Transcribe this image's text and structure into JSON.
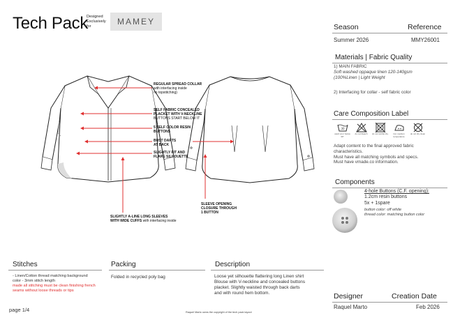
{
  "header": {
    "title": "Tech Pack",
    "designed_line1": "Designed",
    "designed_line2": "Exclusively",
    "designed_line3": "for",
    "brand": "MAMEY"
  },
  "meta": {
    "season_label": "Season",
    "season_value": "Summer 2026",
    "reference_label": "Reference",
    "reference_value": "MMY26001"
  },
  "materials": {
    "heading": "Materials | Fabric Quality",
    "line1": "1) MAIN FABRIC",
    "line2": "Soft washed oppaque linen 120-140gsm",
    "line3": "(100%Linen | Light Weight",
    "line4": "2) Interfacing for collar - self fabric color"
  },
  "care": {
    "heading": "Care Composition Label",
    "icons": [
      {
        "name": "wash-30-icon",
        "caption": "wash at or below 30°"
      },
      {
        "name": "do-not-bleach-icon",
        "caption": "do not bleach"
      },
      {
        "name": "do-not-tumble-dry-icon",
        "caption": "do not tumble dry"
      },
      {
        "name": "iron-medium-icon",
        "caption": "iron medium temperature"
      },
      {
        "name": "do-not-dry-clean-icon",
        "caption": "do not dry clean"
      }
    ],
    "note1": "Adapt content to the final approved fabric",
    "note2": "characteristics.",
    "note3": "Must have all matching symbols and specs.",
    "note4": "Must have vmade.co information."
  },
  "components": {
    "heading": "Components",
    "line1": "4-hole Buttons (C.F. opening):",
    "line2": "1.2cm resin buttons",
    "line3": "5x + 1spare",
    "line4": "button color: off white",
    "line5": "thread color: matching button color"
  },
  "annotations": {
    "collar_title": "REGULAR SPREAD COLLAR",
    "collar_sub1": "with interfacing inside",
    "collar_sub2": "no topstitching)",
    "placket_1": "SELF FABRIC CONCEALED",
    "placket_2": "PLACKET WITH V-NECKLINE",
    "placket_3": "BUTTONS START BELOW IT",
    "buttons_1": "5 SELF COLOR RESIN",
    "buttons_2": "BUTTONS",
    "darts_1": "BUST DARTS",
    "darts_2": "AT BACK",
    "fit_1": "SLIGHTLY FIT AND",
    "fit_2": "FLARE SILHOUETTE",
    "sleeve_opening_1": "SLEEVE OPENING",
    "sleeve_opening_2": "CLOSURE THROUGH",
    "sleeve_opening_3": "1 BUTTON",
    "sleeves_1": "SLIGHTLY A-LINE LONG SLEEVES",
    "sleeves_2": "WITH WIDE CUFFS",
    "sleeves_2_sub": "with interfacing inside"
  },
  "stitches": {
    "heading": "Stitches",
    "line1": "- Linen/Cotton thread matching background",
    "line2": "color - 3mm stitch length",
    "line3": "made all stitching must be clean finishing french",
    "line4": "seams without loose threads or tips"
  },
  "packing": {
    "heading": "Packing",
    "line1": "Folded in recycled poly bag"
  },
  "description": {
    "heading": "Description",
    "line1": "Loose yet silhouette flattering long Linen shirt",
    "line2": "Blouse with V-neckline and concealed buttons",
    "line3": "placket. Slightly waisted through back darts",
    "line4": "and with round hem bottom."
  },
  "designer": {
    "label": "Designer",
    "value": "Raquel Marto"
  },
  "creation": {
    "label": "Creation Date",
    "value": "Feb 2026"
  },
  "footer": {
    "page": "page 1/4",
    "copyright": "Raquel Marto owns the copyright of the tech pack layout"
  },
  "colors": {
    "accent_red": "#e03030",
    "brand_box": "#e4e4e4",
    "rule": "#999999"
  }
}
